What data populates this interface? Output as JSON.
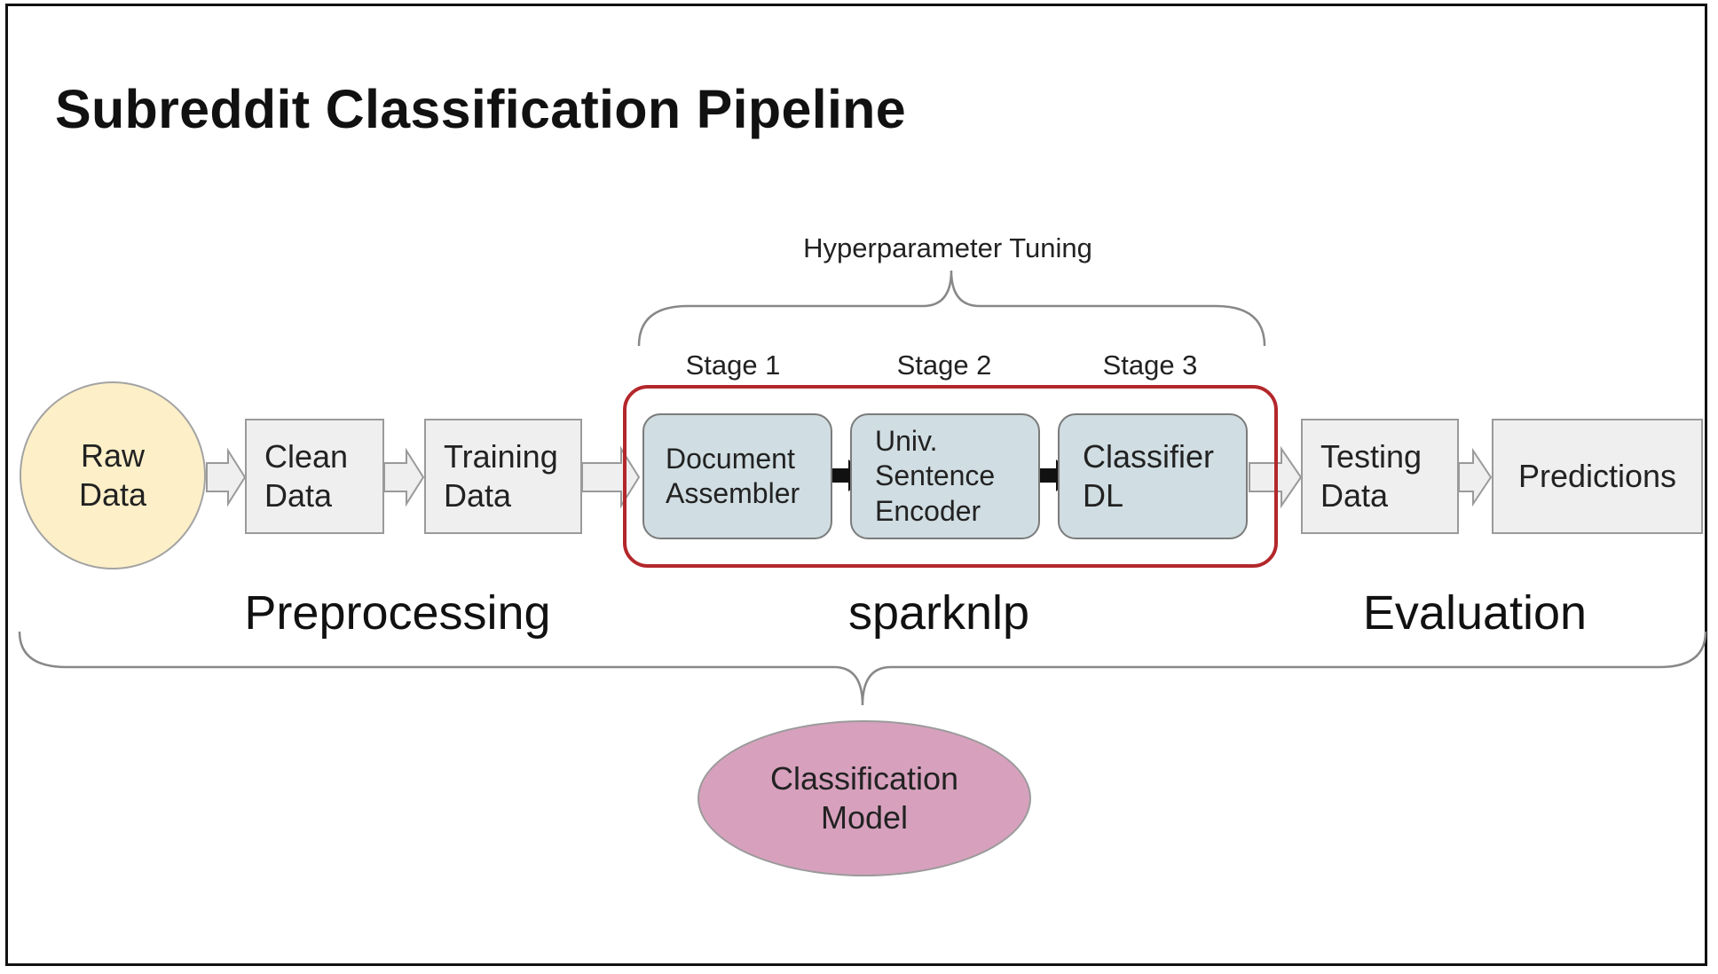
{
  "title": "Subreddit Classification Pipeline",
  "hyperparameter_label": "Hyperparameter Tuning",
  "stages": [
    "Stage 1",
    "Stage 2",
    "Stage 3"
  ],
  "nodes": {
    "raw_data": "Raw\nData",
    "clean_data": "Clean\nData",
    "training_data": "Training\nData",
    "document_assembler": "Document\nAssembler",
    "sentence_encoder": "Univ.\nSentence\nEncoder",
    "classifier_dl": "Classifier\nDL",
    "testing_data": "Testing\nData",
    "predictions": "Predictions",
    "classification_model": "Classification\nModel"
  },
  "groups": {
    "preprocessing": "Preprocessing",
    "sparknlp": "sparknlp",
    "evaluation": "Evaluation"
  },
  "colors": {
    "raw_data_fill": "#fdf0c9",
    "data_box_fill": "#efefef",
    "stage_box_fill": "#d0dde2",
    "sparknlp_frame": "#b3272b",
    "model_fill": "#d7a1bd"
  }
}
